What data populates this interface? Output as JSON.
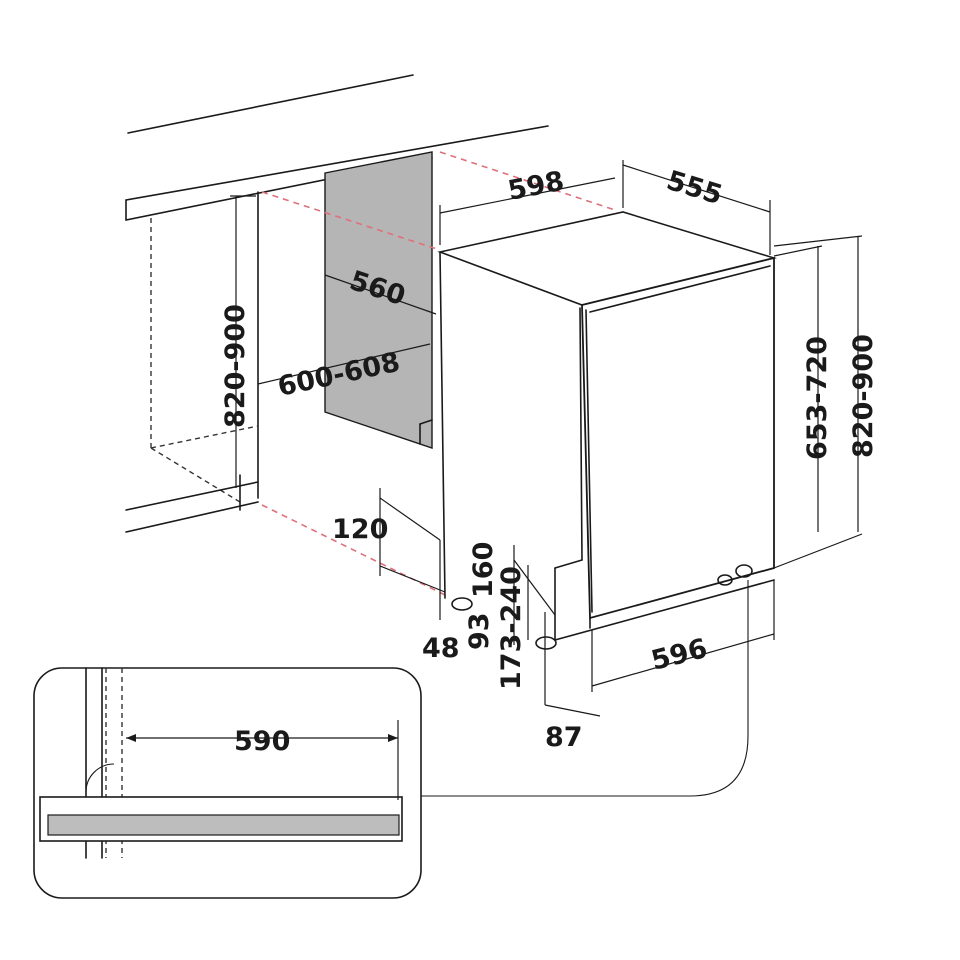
{
  "colors": {
    "line": "#1a1a1a",
    "cabinet_back_panel": "#b5b5b5",
    "red_guide": "#e0707a",
    "door_strip": "#bdbdbd"
  },
  "dimensions": {
    "appliance_width": "598",
    "appliance_depth": "555",
    "niche_depth": "560",
    "niche_width": "600-608",
    "niche_height_left": "820-900",
    "niche_height_right": "820-900",
    "door_height": "653-720",
    "toe_kick": "120",
    "foot_offset": "48",
    "plinth_93": "93",
    "plinth_range_160": "160",
    "plinth_173_240": "173-240",
    "plinth_offset_87": "87",
    "door_width": "596",
    "detail_width": "590"
  }
}
